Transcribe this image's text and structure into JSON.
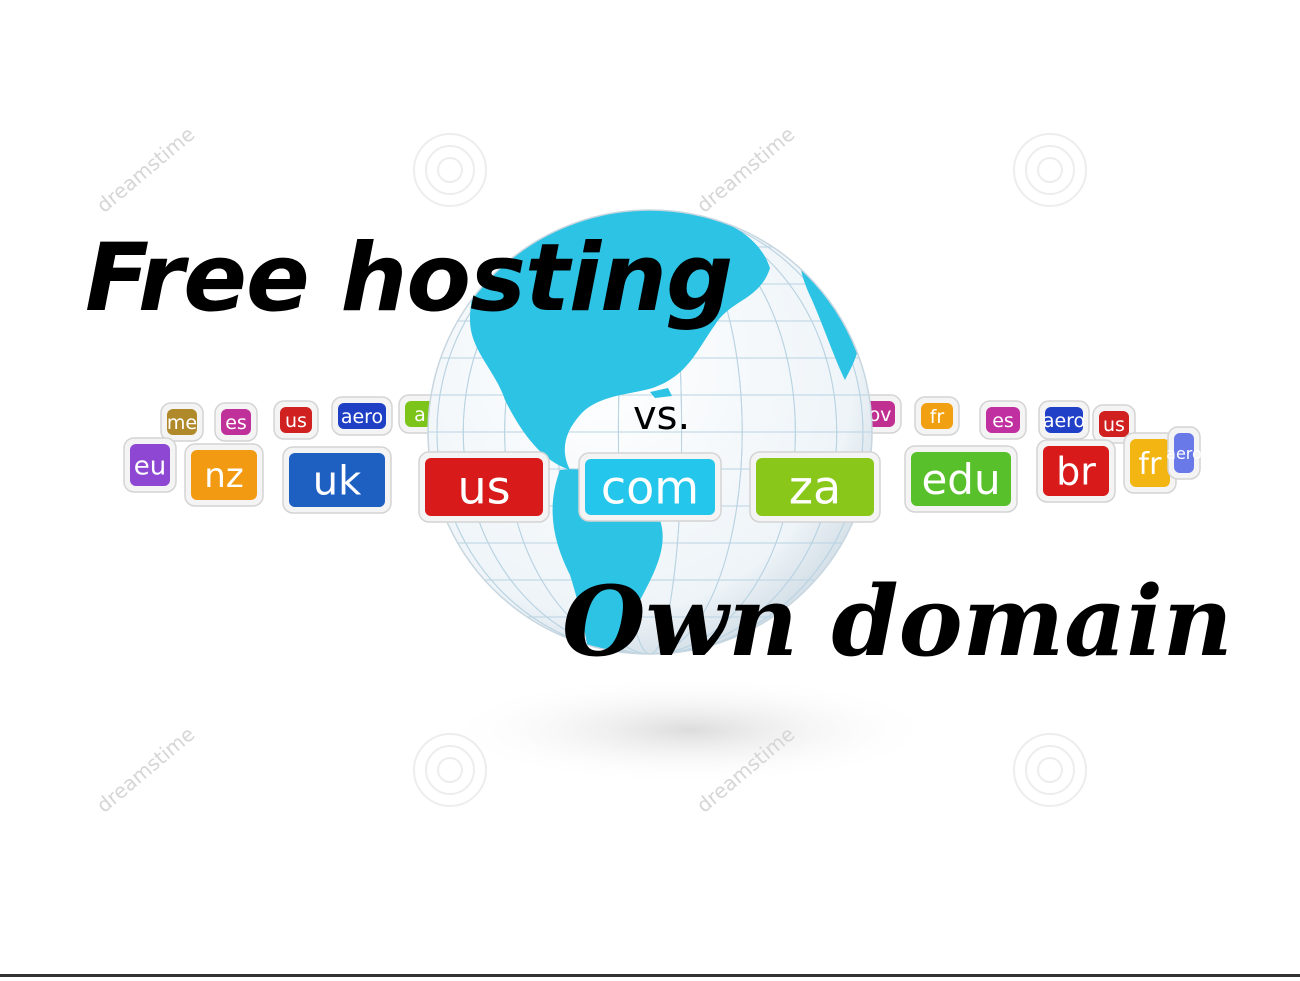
{
  "headline_top": "Free hosting",
  "headline_middle": "vs.",
  "headline_bottom": "Own domain",
  "watermark_text": "dreamstime",
  "globe_colors": {
    "ocean": "#f4f8fb",
    "land": "#2cc3e4",
    "grid": "#b9d3e2"
  },
  "front_tiles": [
    {
      "label": "eu",
      "color": "#8d47d2"
    },
    {
      "label": "nz",
      "color": "#f29a12"
    },
    {
      "label": "uk",
      "color": "#1e5fc2"
    },
    {
      "label": "us",
      "color": "#d81a1a"
    },
    {
      "label": "com",
      "color": "#25c6ec"
    },
    {
      "label": "za",
      "color": "#89c81a"
    },
    {
      "label": "edu",
      "color": "#58c02a"
    },
    {
      "label": "br",
      "color": "#d81a1a"
    },
    {
      "label": "fr",
      "color": "#f2b512"
    },
    {
      "label": "aero",
      "color": "#6a79e8"
    }
  ],
  "back_tiles_left": [
    {
      "label": "me",
      "color": "#b08a2a"
    },
    {
      "label": "es",
      "color": "#c0309a"
    },
    {
      "label": "us",
      "color": "#d02020"
    },
    {
      "label": "aero",
      "color": "#1f3fc4"
    },
    {
      "label": "a",
      "color": "#7cc41a"
    }
  ],
  "back_tiles_right": [
    {
      "label": "ov",
      "color": "#c03090"
    },
    {
      "label": "fr",
      "color": "#f0a010"
    },
    {
      "label": "es",
      "color": "#c030a0"
    },
    {
      "label": "aero",
      "color": "#2040c8"
    },
    {
      "label": "us",
      "color": "#d02020"
    }
  ]
}
